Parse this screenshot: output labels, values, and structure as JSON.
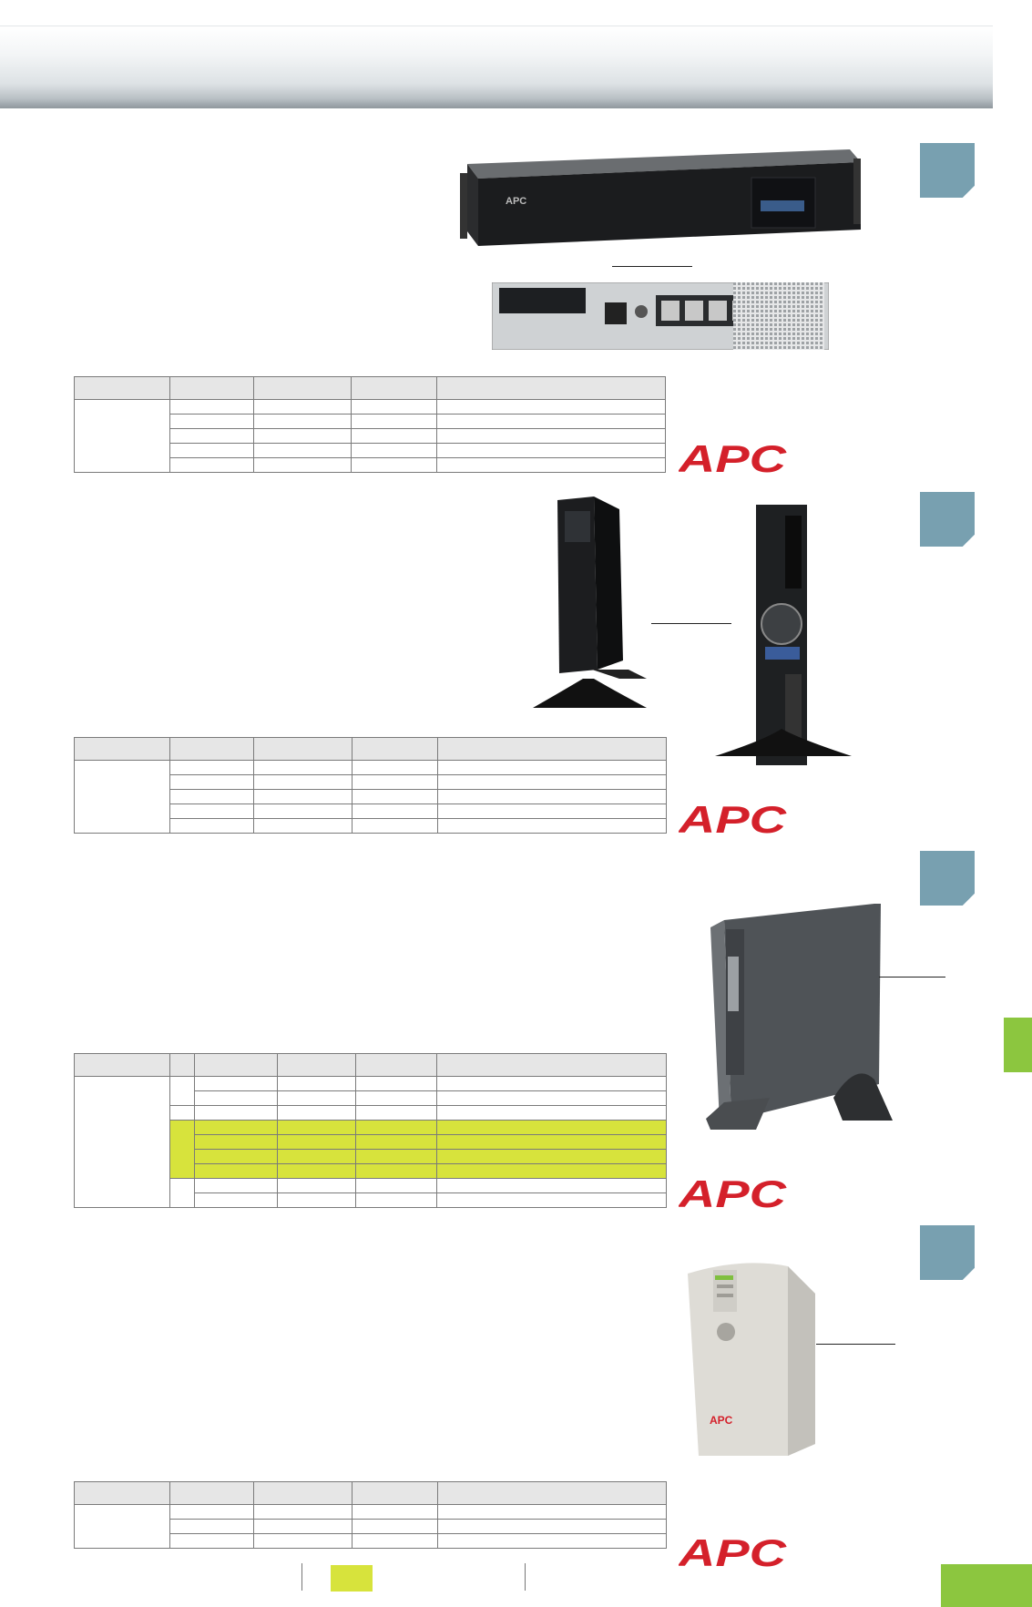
{
  "page": {
    "accent_colors": {
      "section_tab": "#78a0b0",
      "side_tab": "#8cc63f",
      "highlight": "#d7e33c",
      "brand_red": "#d4202a"
    },
    "brand_logo": "APC"
  },
  "sections": [
    {
      "id": "rack-2u",
      "tables": {
        "head_cells": 5,
        "body_rows": 5
      }
    },
    {
      "id": "rack-tower-x",
      "tables": {
        "head_cells": 5,
        "body_rows": 5
      }
    },
    {
      "id": "tower-rt",
      "tables": {
        "head_cells": 6,
        "body_rows": 9,
        "highlighted_rows": 4
      }
    },
    {
      "id": "back-ups-cs",
      "tables": {
        "head_cells": 5,
        "body_rows": 3
      }
    }
  ]
}
